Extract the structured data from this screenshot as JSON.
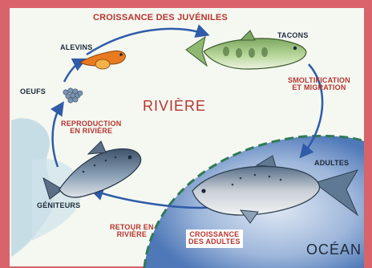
{
  "title": "CROISSANCE DES JUVÉNILES",
  "region_labels": {
    "river": "RIVIÈRE",
    "ocean": "OCÉAN"
  },
  "stages": {
    "eggs": "OEUFS",
    "alevins": "ALEVINS",
    "tacons": "TACONS",
    "adults": "ADULTES",
    "spawners": "GÉNITEURS"
  },
  "transitions": {
    "smoltification": [
      "SMOLTIFICATION",
      "ET MIGRATION"
    ],
    "reproduction": [
      "REPRODUCTION",
      "EN RIVIÈRE"
    ],
    "return": [
      "RETOUR EN",
      "RIVIÈRE"
    ],
    "adult_growth": [
      "CROISSANCE",
      "DES ADULTES"
    ]
  },
  "colors": {
    "frame": "#d9636a",
    "river_bg": "#f4f8f1",
    "ocean": "#4f78b8",
    "arrow": "#2f5ba8",
    "label_red": "#b8332e",
    "label_dark": "#1e2a3a",
    "fish_tacon": "#a9cf8a",
    "fish_adult": "#c9cfd6",
    "fish_spawner": "#7e92a8",
    "alevin": "#e87a1f",
    "eggs": "#7c93b0"
  }
}
